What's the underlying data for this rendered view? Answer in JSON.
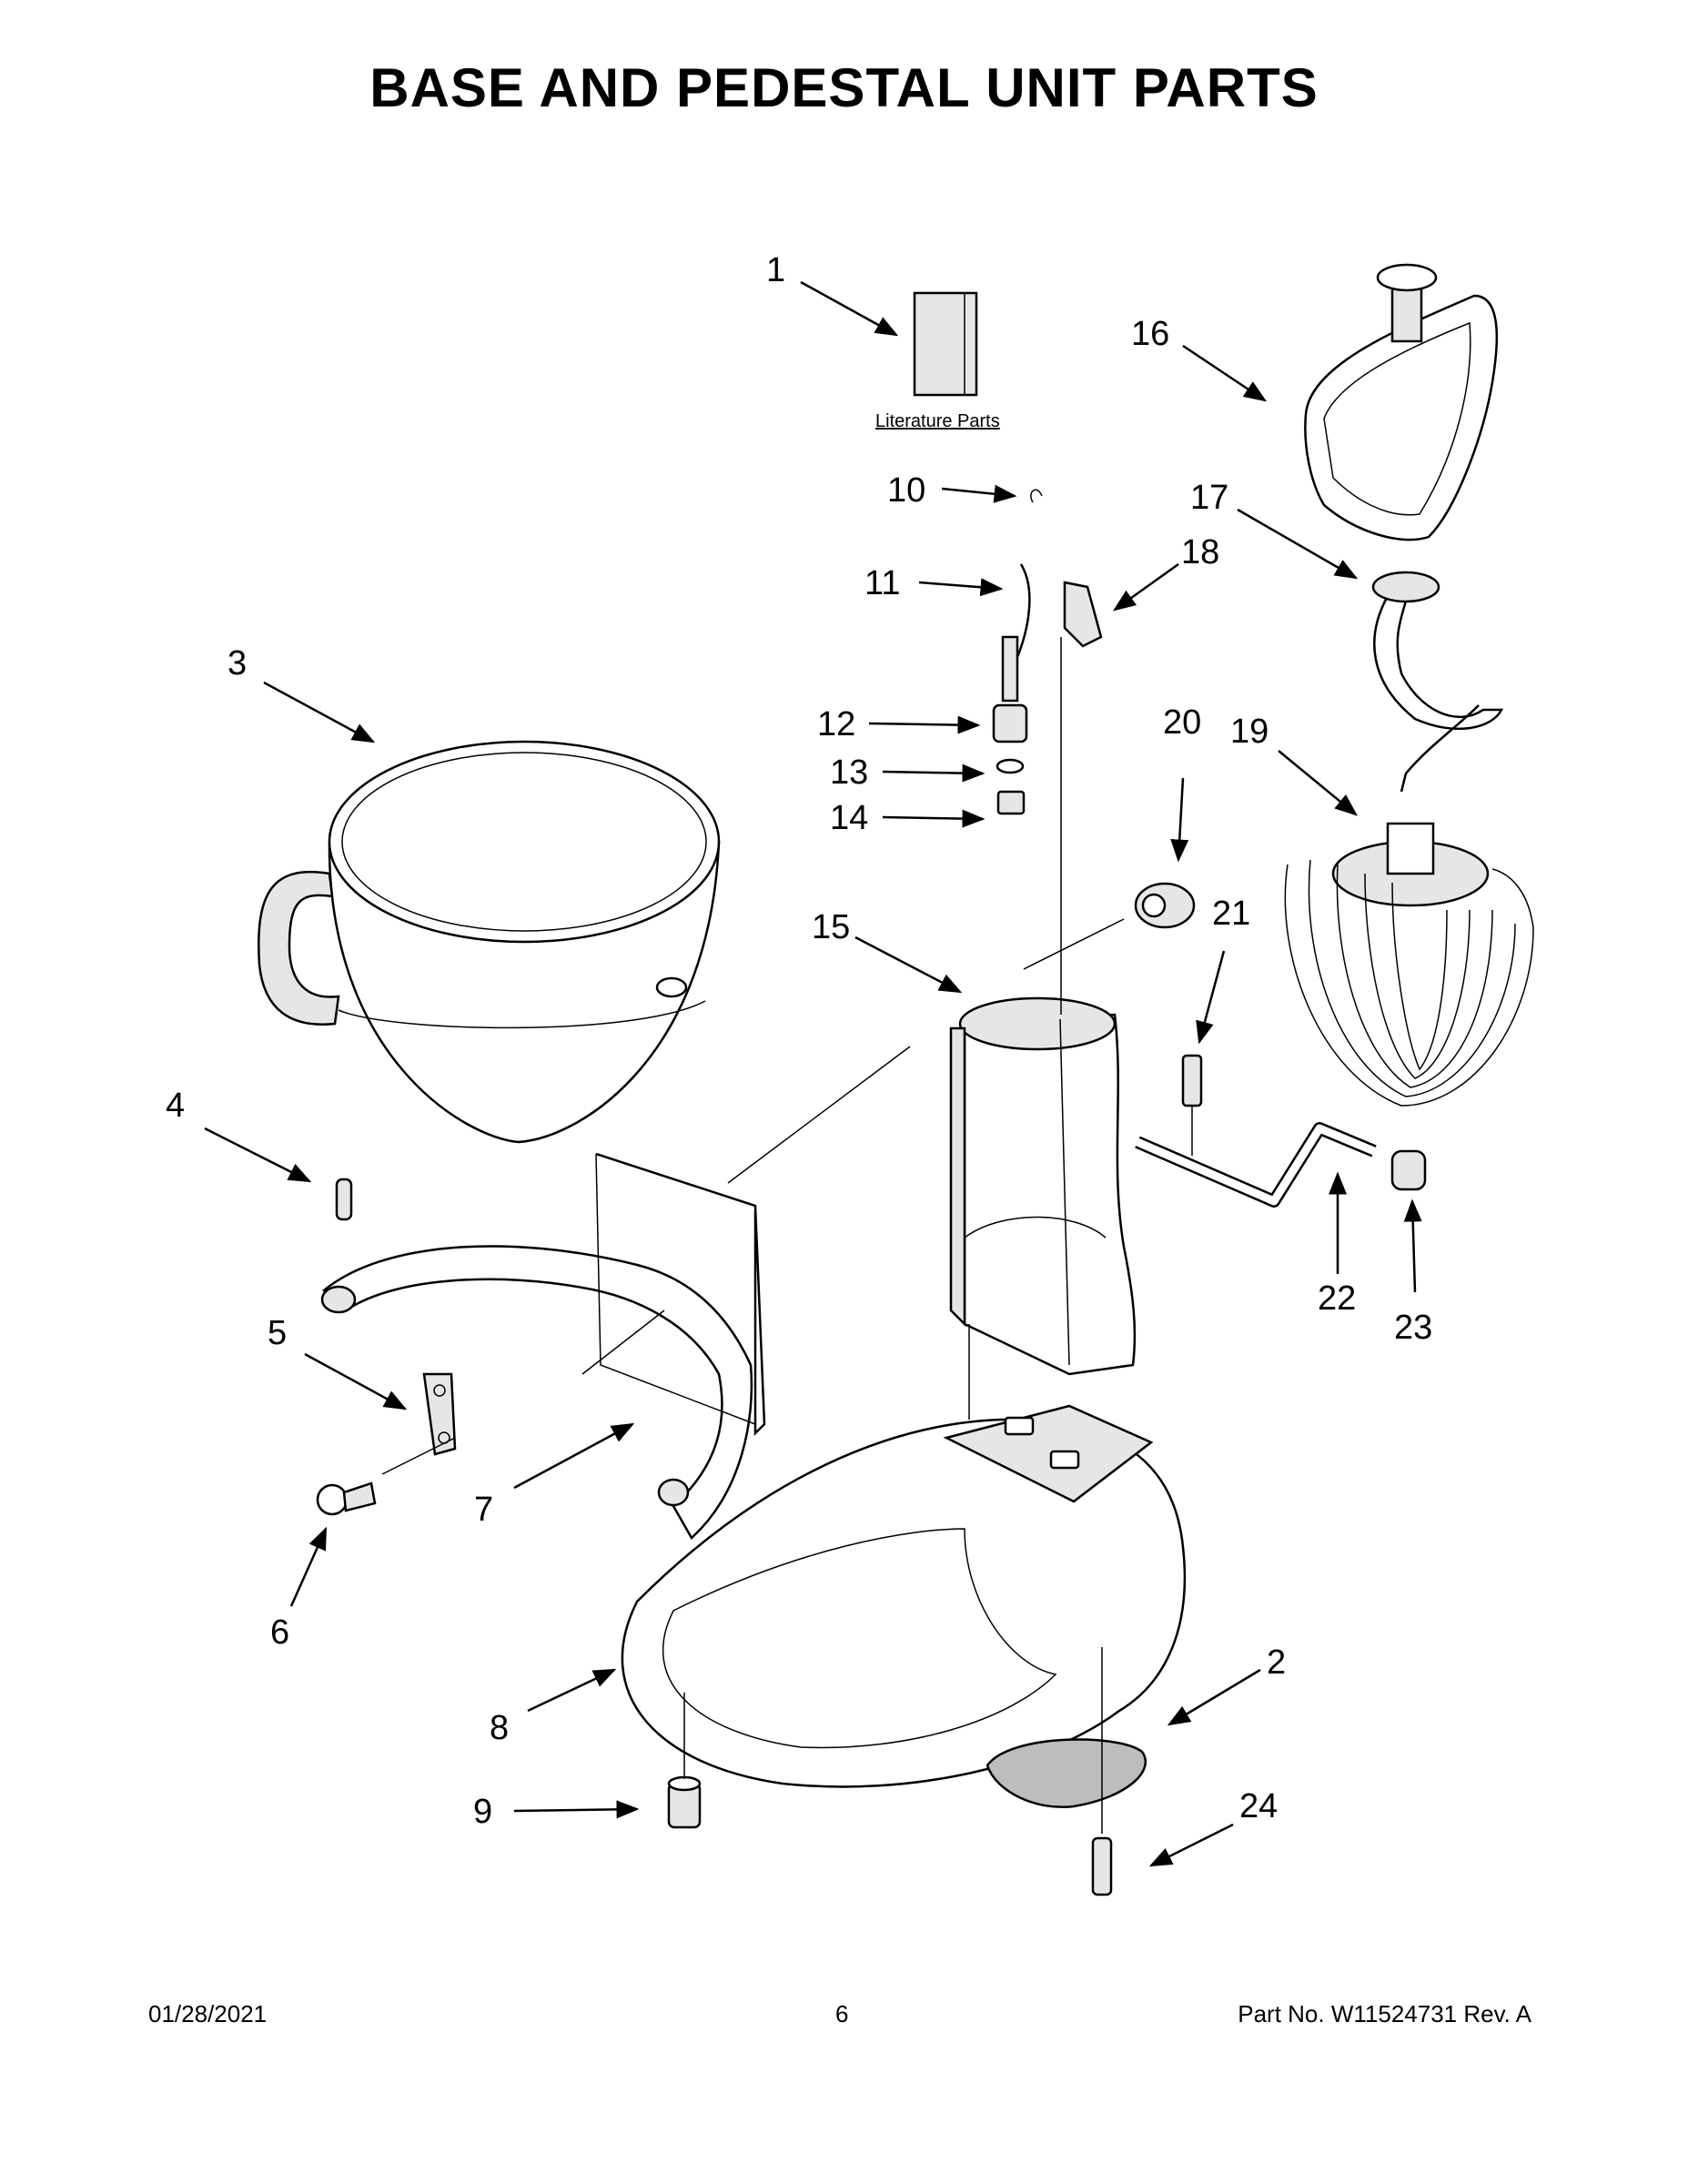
{
  "title": "BASE AND PEDESTAL UNIT PARTS",
  "literature_label": "Literature Parts",
  "callouts": [
    "1",
    "2",
    "3",
    "4",
    "5",
    "6",
    "7",
    "8",
    "9",
    "10",
    "11",
    "12",
    "13",
    "14",
    "15",
    "16",
    "17",
    "18",
    "19",
    "20",
    "21",
    "22",
    "23",
    "24"
  ],
  "footer": {
    "date": "01/28/2021",
    "page": "6",
    "part_no": "Part No.  W11524731  Rev.  A"
  },
  "icons": {
    "arrowhead": "arrowhead-icon"
  }
}
